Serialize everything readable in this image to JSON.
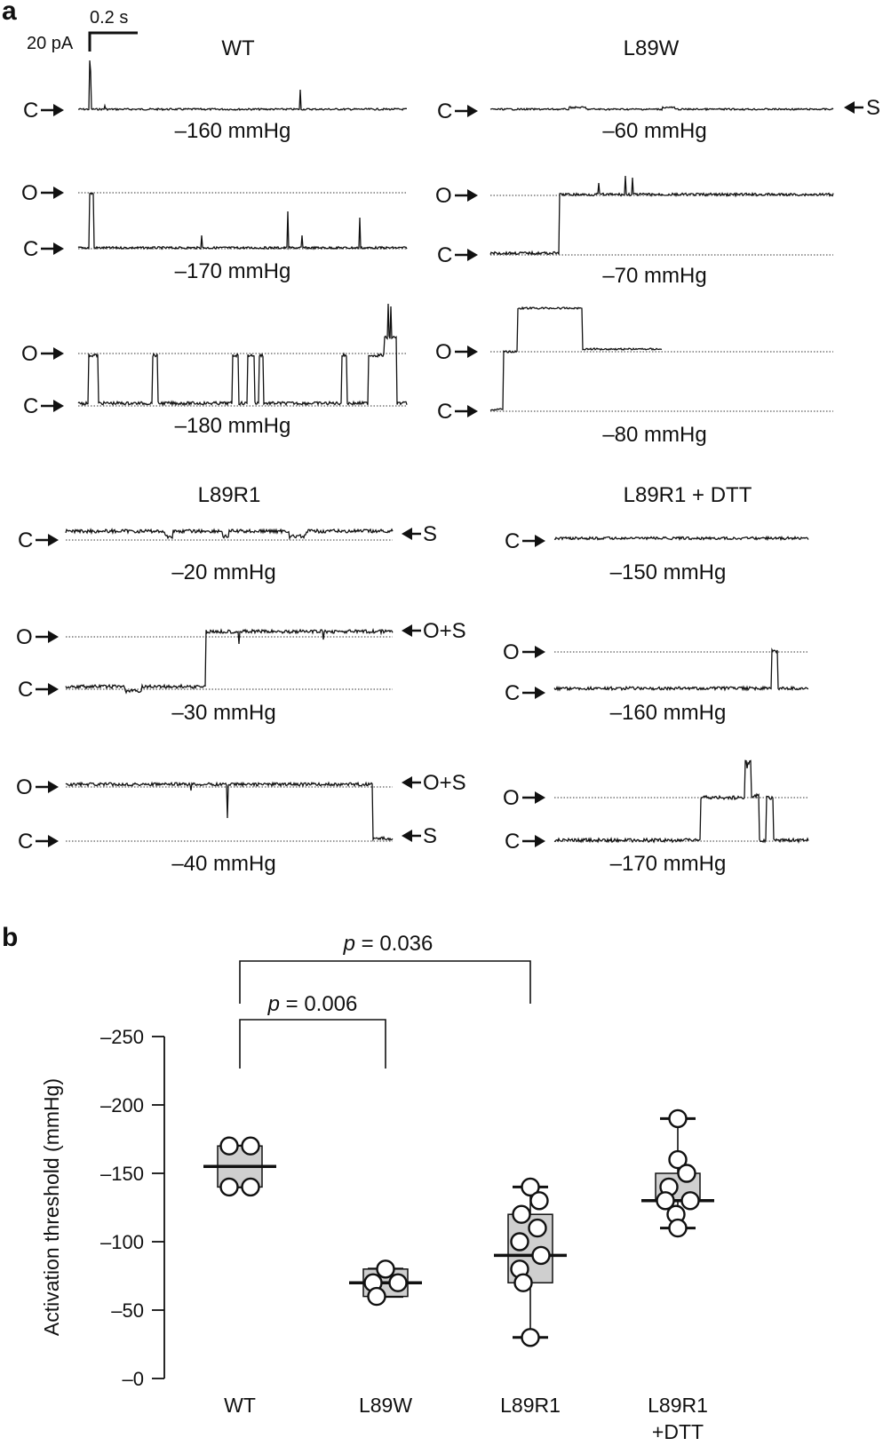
{
  "panel_a": {
    "label": "a",
    "scale_bar": {
      "time": "0.2 s",
      "current": "20 pA"
    },
    "state_labels": {
      "closed": "C",
      "open": "O",
      "substate": "S",
      "open_plus_substate": "O+S"
    },
    "groups": [
      {
        "title": "WT",
        "traces": [
          {
            "pressure": "–160 mmHg",
            "right_labels": []
          },
          {
            "pressure": "–170 mmHg",
            "right_labels": []
          },
          {
            "pressure": "–180 mmHg",
            "right_labels": []
          }
        ]
      },
      {
        "title": "L89W",
        "traces": [
          {
            "pressure": "–60 mmHg",
            "right_labels": [
              "S"
            ]
          },
          {
            "pressure": "–70 mmHg",
            "right_labels": []
          },
          {
            "pressure": "–80 mmHg",
            "right_labels": []
          }
        ]
      },
      {
        "title": "L89R1",
        "traces": [
          {
            "pressure": "–20 mmHg",
            "right_labels": [
              "S"
            ]
          },
          {
            "pressure": "–30 mmHg",
            "right_labels": [
              "O+S"
            ]
          },
          {
            "pressure": "–40 mmHg",
            "right_labels": [
              "O+S",
              "S"
            ]
          }
        ]
      },
      {
        "title": "L89R1 + DTT",
        "traces": [
          {
            "pressure": "–150 mmHg",
            "right_labels": []
          },
          {
            "pressure": "–160 mmHg",
            "right_labels": []
          },
          {
            "pressure": "–170 mmHg",
            "right_labels": []
          }
        ]
      }
    ]
  },
  "panel_b": {
    "label": "b",
    "comparisons": [
      {
        "p_symbol": "p",
        "p_value": " = 0.006",
        "groups": [
          "WT",
          "L89W"
        ]
      },
      {
        "p_symbol": "p",
        "p_value": " = 0.036",
        "groups": [
          "WT",
          "L89R1"
        ]
      }
    ]
  },
  "chart_data": {
    "type": "box",
    "ylabel": "Activation threshold (mmHg)",
    "ylim": [
      0,
      -250
    ],
    "yticks": [
      0,
      -50,
      -100,
      -150,
      -200,
      -250
    ],
    "ytick_labels": [
      "–0",
      "–50",
      "–100",
      "–150",
      "–200",
      "–250"
    ],
    "categories": [
      "WT",
      "L89W",
      "L89R1",
      "L89R1\n+DTT"
    ],
    "boxes": [
      {
        "whisker_low": -140,
        "q1": -140,
        "median": -155,
        "q3": -170,
        "whisker_high": -170,
        "points": [
          -170,
          -170,
          -140,
          -140
        ]
      },
      {
        "whisker_low": -60,
        "q1": -60,
        "median": -70,
        "q3": -80,
        "whisker_high": -80,
        "points": [
          -80,
          -70,
          -70,
          -60
        ]
      },
      {
        "whisker_low": -30,
        "q1": -70,
        "median": -90,
        "q3": -120,
        "whisker_high": -140,
        "points": [
          -140,
          -130,
          -120,
          -110,
          -100,
          -90,
          -80,
          -70,
          -30
        ]
      },
      {
        "whisker_low": -110,
        "q1": -130,
        "median": -130,
        "q3": -150,
        "whisker_high": -190,
        "points": [
          -190,
          -160,
          -150,
          -140,
          -130,
          -130,
          -120,
          -110
        ]
      }
    ]
  }
}
